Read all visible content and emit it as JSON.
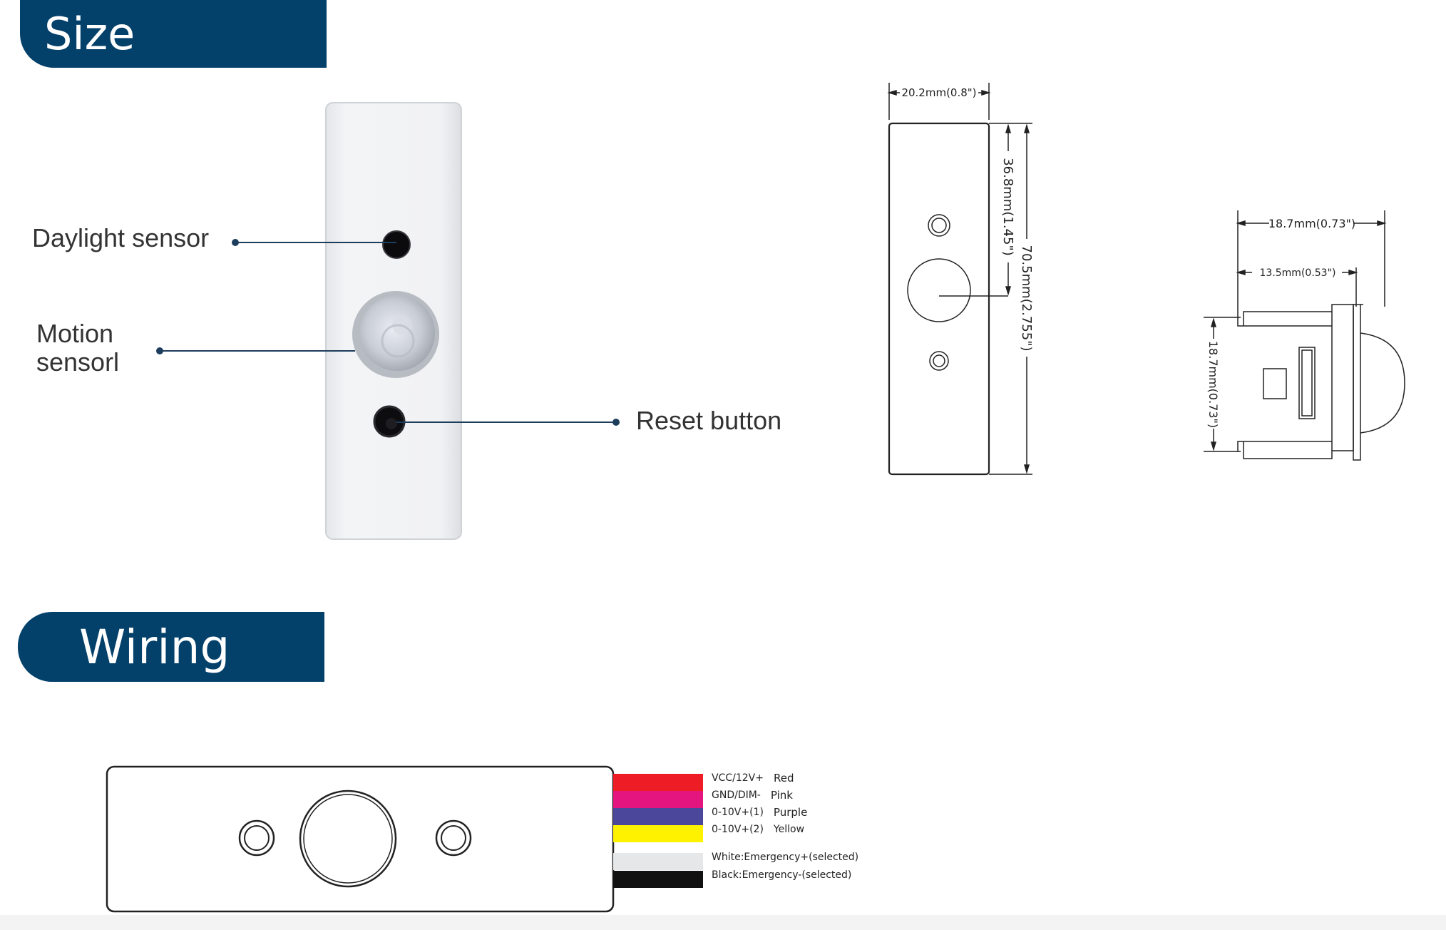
{
  "sections": {
    "size_title": "Size",
    "wiring_title": "Wiring"
  },
  "callouts": {
    "daylight": "Daylight sensor",
    "motion_line1": "Motion",
    "motion_line2": "sensorl",
    "reset": "Reset button"
  },
  "front_drawing": {
    "width_label": "20.2mm(0.8\")",
    "spacing_label": "36.8mm(1.45\")",
    "height_label": "70.5mm(2.755\")"
  },
  "side_drawing": {
    "overall_depth_label": "18.7mm(0.73\")",
    "body_depth_label": "13.5mm(0.53\")",
    "height_label": "18.7mm(0.73\")"
  },
  "wires": [
    {
      "label": "VCC/12V+",
      "color_name": "Red",
      "color": "#ee1c25"
    },
    {
      "label": "GND/DIM-",
      "color_name": "Pink",
      "color": "#e5157f"
    },
    {
      "label": "0-10V+(1)",
      "color_name": "Purple",
      "color": "#4b479b"
    },
    {
      "label": "0-10V+(2)",
      "color_name": "Yellow",
      "color": "#fff200"
    },
    {
      "label": "White:Emergency+(selected)",
      "color_name": "",
      "color": "#e6e7e8"
    },
    {
      "label": "Black:Emergency-(selected)",
      "color_name": "",
      "color": "#111111"
    }
  ],
  "colors": {
    "brand": "#03406a",
    "callout_line": "#1d3d5c"
  }
}
